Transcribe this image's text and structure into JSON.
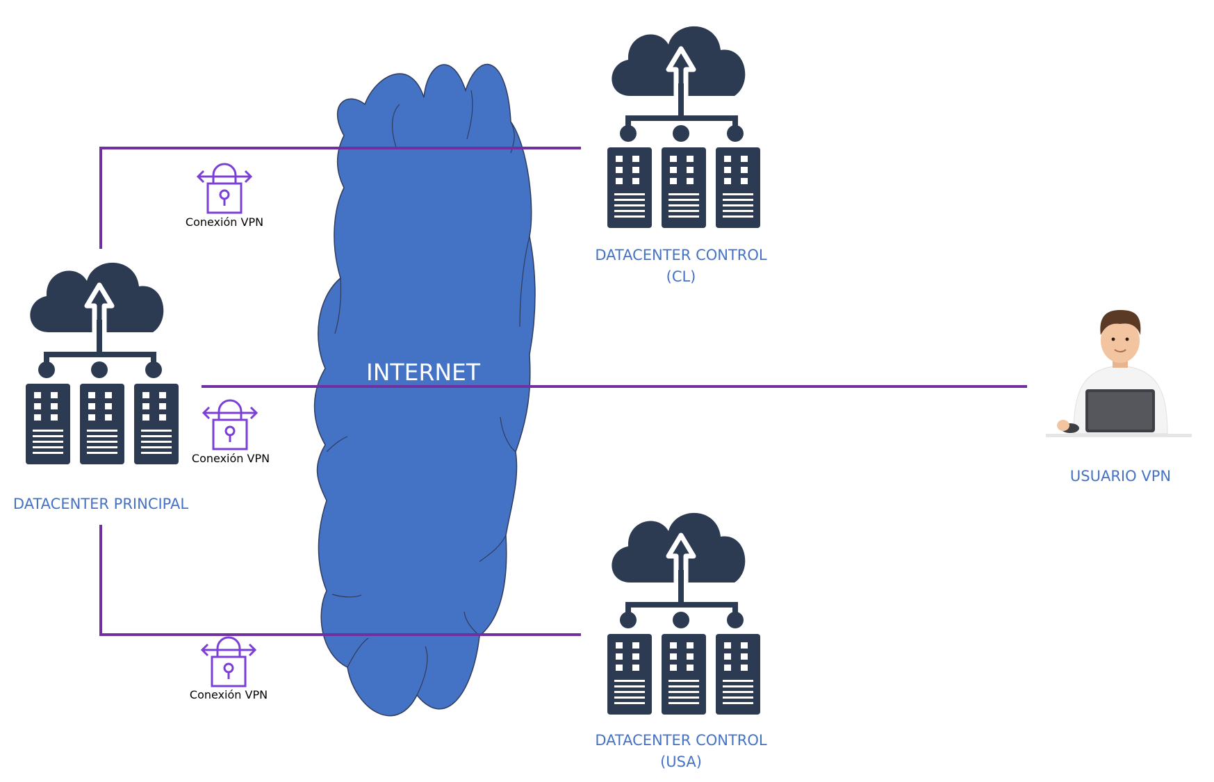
{
  "internet": {
    "label": "INTERNET"
  },
  "datacenters": {
    "principal": {
      "label": "DATACENTER PRINCIPAL"
    },
    "control_cl": {
      "line1": "DATACENTER CONTROL",
      "line2": "(CL)"
    },
    "control_usa": {
      "line1": "DATACENTER CONTROL",
      "line2": "(USA)"
    }
  },
  "user": {
    "label": "USUARIO VPN"
  },
  "vpn_links": [
    {
      "label": "Conexión VPN"
    },
    {
      "label": "Conexión VPN"
    },
    {
      "label": "Conexión VPN"
    }
  ],
  "colors": {
    "cloud_fill": "#4472c4",
    "cloud_stroke": "#2f3b5c",
    "line": "#7030a0",
    "icon_dark": "#2c3a52",
    "lock": "#7b3fd6",
    "label_blue": "#4472c4"
  }
}
